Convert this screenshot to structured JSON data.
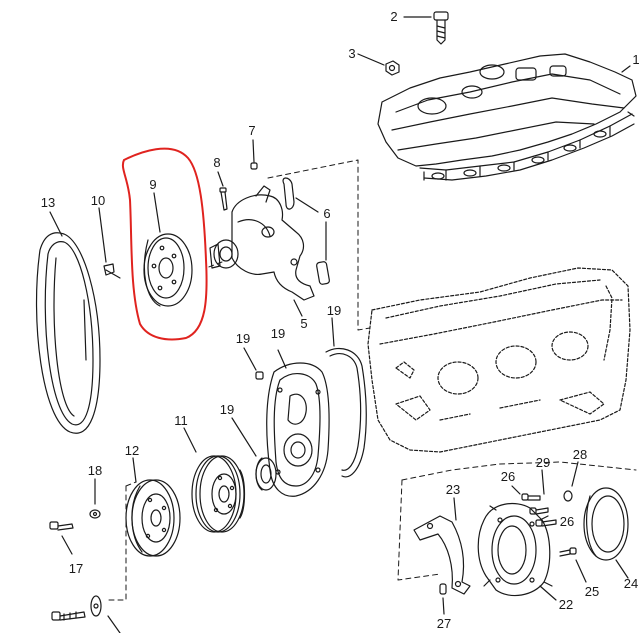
{
  "diagram": {
    "callouts": {
      "c1": "1",
      "c2": "2",
      "c3": "3",
      "c5": "5",
      "c6": "6",
      "c7": "7",
      "c8": "8",
      "c9": "9",
      "c10": "10",
      "c11": "11",
      "c12": "12",
      "c13": "13",
      "c17": "17",
      "c18": "18",
      "c19a": "19",
      "c19b": "19",
      "c19c": "19",
      "c19d": "19",
      "c22": "22",
      "c23": "23",
      "c24": "24",
      "c25": "25",
      "c26a": "26",
      "c26b": "26",
      "c27": "27",
      "c28": "28",
      "c29": "29"
    },
    "colors": {
      "ink": "#1a1a1a",
      "highlight": "#e0231f",
      "background": "#ffffff"
    }
  }
}
